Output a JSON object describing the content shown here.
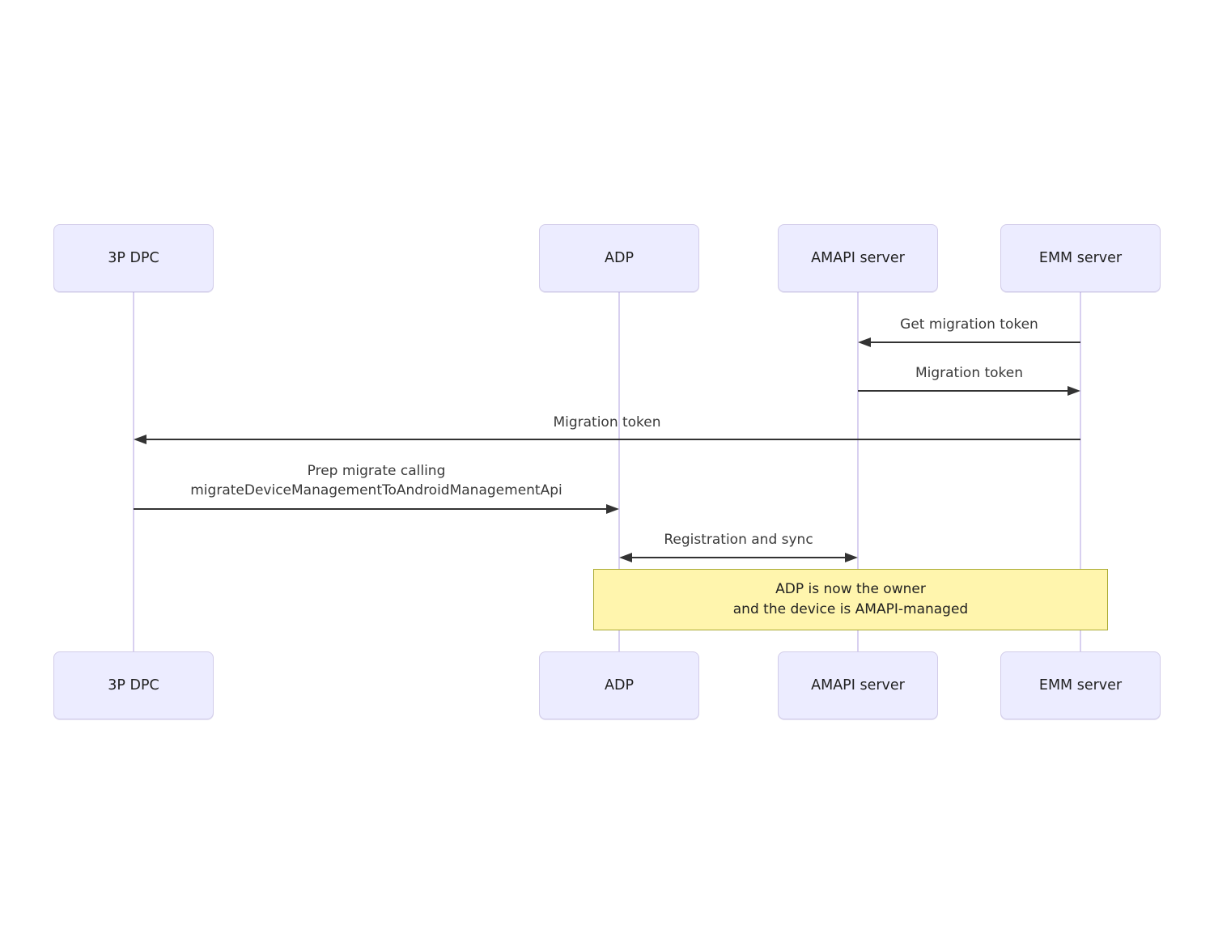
{
  "diagram": {
    "type": "sequence-diagram",
    "actors": {
      "dpc": {
        "label": "3P DPC"
      },
      "adp": {
        "label": "ADP"
      },
      "amapi": {
        "label": "AMAPI server"
      },
      "emm": {
        "label": "EMM server"
      }
    },
    "messages": {
      "get_token": {
        "text": "Get migration token",
        "from": "EMM server",
        "to": "AMAPI server",
        "arrow": "left"
      },
      "token_to_emm": {
        "text": "Migration token",
        "from": "AMAPI server",
        "to": "EMM server",
        "arrow": "right"
      },
      "token_to_dpc": {
        "text": "Migration token",
        "from": "EMM server",
        "to": "3P DPC",
        "arrow": "left"
      },
      "prep_migrate": {
        "line1": "Prep migrate calling",
        "line2": "migrateDeviceManagementToAndroidManagementApi",
        "from": "3P DPC",
        "to": "ADP",
        "arrow": "right"
      },
      "reg_sync": {
        "text": "Registration and sync",
        "from": "ADP",
        "to": "AMAPI server",
        "arrow": "both"
      }
    },
    "note": {
      "line1": "ADP is now the owner",
      "line2": "and the device is AMAPI-managed",
      "over": "ADP to EMM server"
    },
    "colors": {
      "actor_fill": "#ececff",
      "actor_border": "#d2cce9",
      "lifeline": "#d8d0f0",
      "arrow": "#333333",
      "message_text": "#3a3a3a",
      "note_fill": "#fff5ad",
      "note_border": "#aaaa33",
      "note_text": "#222222",
      "background": "#ffffff"
    }
  }
}
